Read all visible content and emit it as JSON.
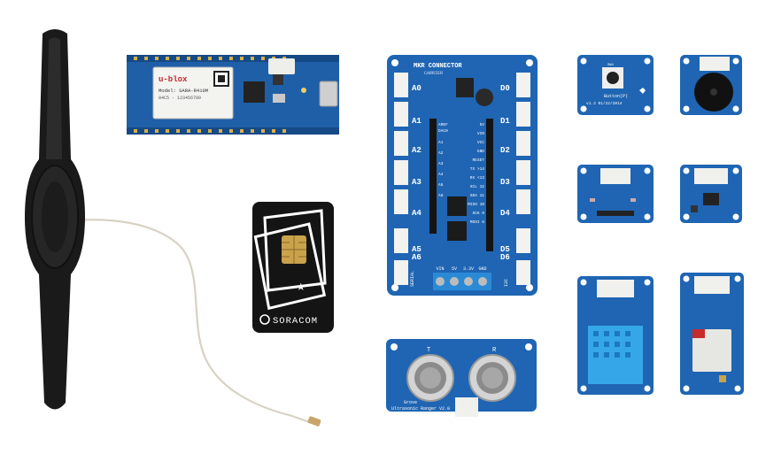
{
  "mkr_board": {
    "brand": "u-blox",
    "model_line": "Model: SARA-R410M",
    "sub_line": "04C5 - 123456789"
  },
  "sim_card": {
    "brand": "SORACOM"
  },
  "connector_shield": {
    "title": "MKR CONNECTOR",
    "subtitle": "CARRIER",
    "ports_left": [
      "A0",
      "A1",
      "A2",
      "A3",
      "A4",
      "A5",
      "A6"
    ],
    "ports_right": [
      "D0",
      "D1",
      "D2",
      "D3",
      "D4",
      "D5",
      "D6"
    ],
    "serial_label": "SERIAL",
    "i2c_label": "I2C",
    "pins_left": [
      "AREF",
      "DAC0",
      "A1",
      "A2",
      "A3",
      "A4",
      "A5",
      "A6"
    ],
    "pins_right": [
      "5V",
      "VIN",
      "VCC",
      "GND",
      "RESET",
      "TX >14",
      "RX <13",
      "SCL 12",
      "SDA 11",
      "MISO 10",
      "SCK 9",
      "MOSI 8"
    ],
    "power_labels": [
      "VIN",
      "5V",
      "3.3V",
      "GND"
    ]
  },
  "ultrasonic": {
    "t_label": "T",
    "r_label": "R",
    "name_line1": "Grove",
    "name_line2": "Ultrasonic Ranger V2.0"
  },
  "button_module": {
    "sw_label": "SW1",
    "name": "Button(P)",
    "version": "v1.2 01/22/2014"
  }
}
